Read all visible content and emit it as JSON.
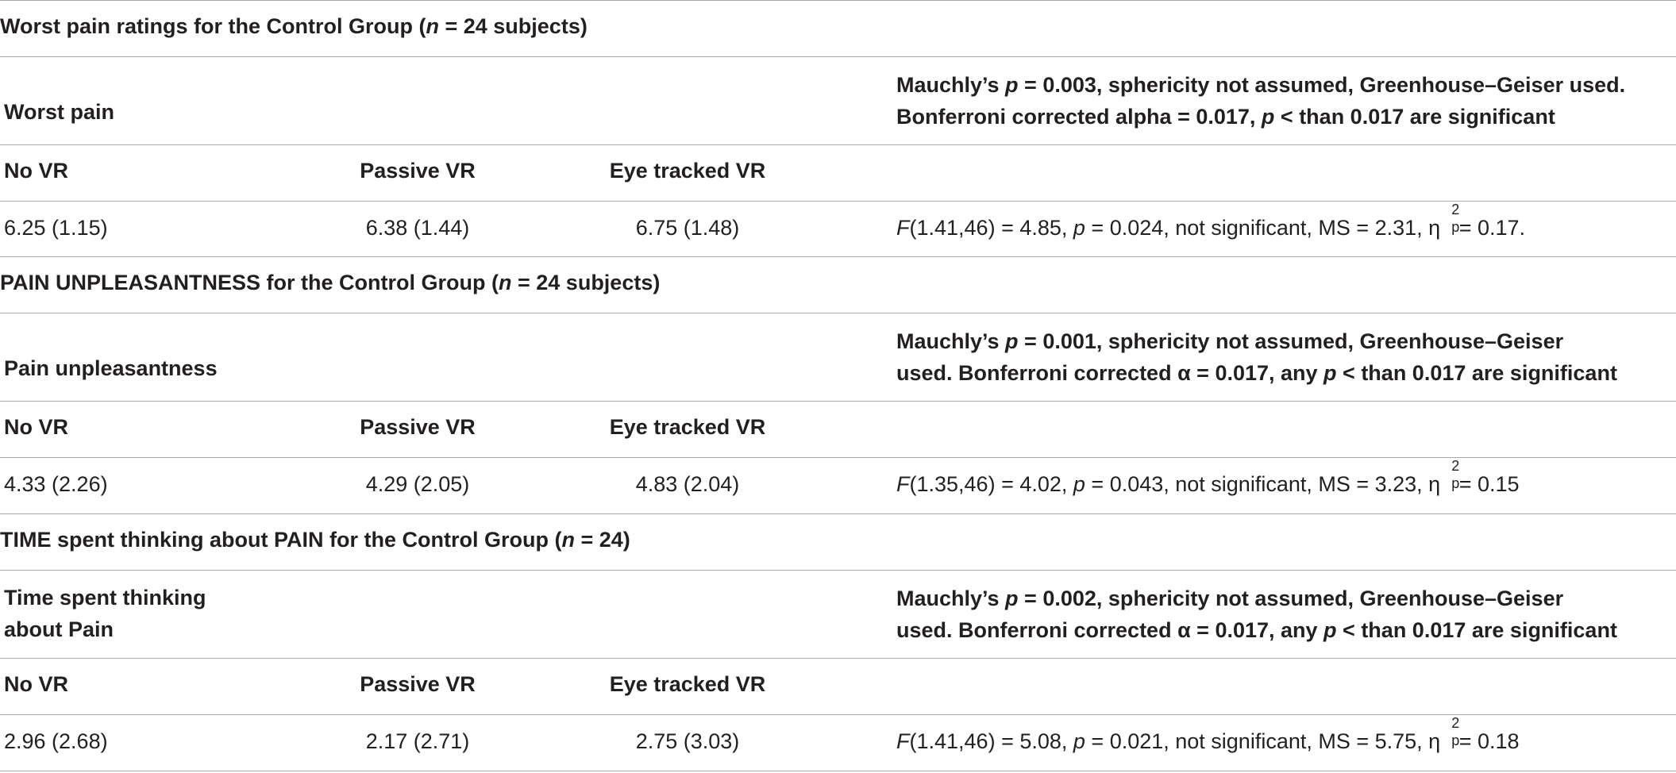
{
  "sections": [
    {
      "title_prefix": "Worst pain ratings for the Control Group (",
      "title_n": "n",
      "title_suffix": " = 24 subjects)",
      "measure_label_1": "Worst pain",
      "measure_label_2": "",
      "mauchly_1a": "Mauchly’s ",
      "mauchly_1b": "p",
      "mauchly_1c": " = 0.003, sphericity not assumed, Greenhouse–Geiser used.",
      "mauchly_2a": "Bonferroni corrected alpha = 0.017, ",
      "mauchly_2b": "p",
      "mauchly_2c": " < than 0.017 are significant",
      "col_no_vr": "No VR",
      "col_passive": "Passive VR",
      "col_eye": "Eye tracked VR",
      "val_no_vr": "6.25 (1.15)",
      "val_passive": "6.38 (1.44)",
      "val_eye": "6.75 (1.48)",
      "stat_f": "F",
      "stat_1": "(1.41,46) = 4.85, ",
      "stat_p": "p",
      "stat_2": " = 0.024, not significant, MS = 2.31, η",
      "stat_sup": "2",
      "stat_sub": "p",
      "stat_3": " = 0.17."
    },
    {
      "title_prefix": "PAIN UNPLEASANTNESS for the Control Group (",
      "title_n": "n",
      "title_suffix": " = 24 subjects)",
      "measure_label_1": "Pain unpleasantness",
      "measure_label_2": "",
      "mauchly_1a": "Mauchly’s ",
      "mauchly_1b": "p",
      "mauchly_1c": " = 0.001, sphericity not assumed, Greenhouse–Geiser",
      "mauchly_2a": "used. Bonferroni corrected α = 0.017, any ",
      "mauchly_2b": "p",
      "mauchly_2c": " < than 0.017 are significant",
      "col_no_vr": "No VR",
      "col_passive": "Passive VR",
      "col_eye": "Eye tracked VR",
      "val_no_vr": "4.33 (2.26)",
      "val_passive": "4.29 (2.05)",
      "val_eye": "4.83 (2.04)",
      "stat_f": "F",
      "stat_1": "(1.35,46) = 4.02, ",
      "stat_p": "p",
      "stat_2": " = 0.043, not significant, MS = 3.23, η",
      "stat_sup": "2",
      "stat_sub": "p",
      "stat_3": " = 0.15"
    },
    {
      "title_prefix": "TIME spent thinking about PAIN for the Control Group (",
      "title_n": "n",
      "title_suffix": " = 24)",
      "measure_label_1": "Time spent thinking",
      "measure_label_2": "about Pain",
      "mauchly_1a": "Mauchly’s ",
      "mauchly_1b": "p",
      "mauchly_1c": " = 0.002, sphericity not assumed, Greenhouse–Geiser",
      "mauchly_2a": "used. Bonferroni corrected α = 0.017, any ",
      "mauchly_2b": "p",
      "mauchly_2c": " < than 0.017 are significant",
      "col_no_vr": "No VR",
      "col_passive": "Passive VR",
      "col_eye": "Eye tracked VR",
      "val_no_vr": "2.96 (2.68)",
      "val_passive": "2.17 (2.71)",
      "val_eye": "2.75 (3.03)",
      "stat_f": "F",
      "stat_1": "(1.41,46) = 5.08, ",
      "stat_p": "p",
      "stat_2": " = 0.021, not significant, MS = 5.75, η",
      "stat_sup": "2",
      "stat_sub": "p",
      "stat_3": " = 0.18"
    }
  ]
}
